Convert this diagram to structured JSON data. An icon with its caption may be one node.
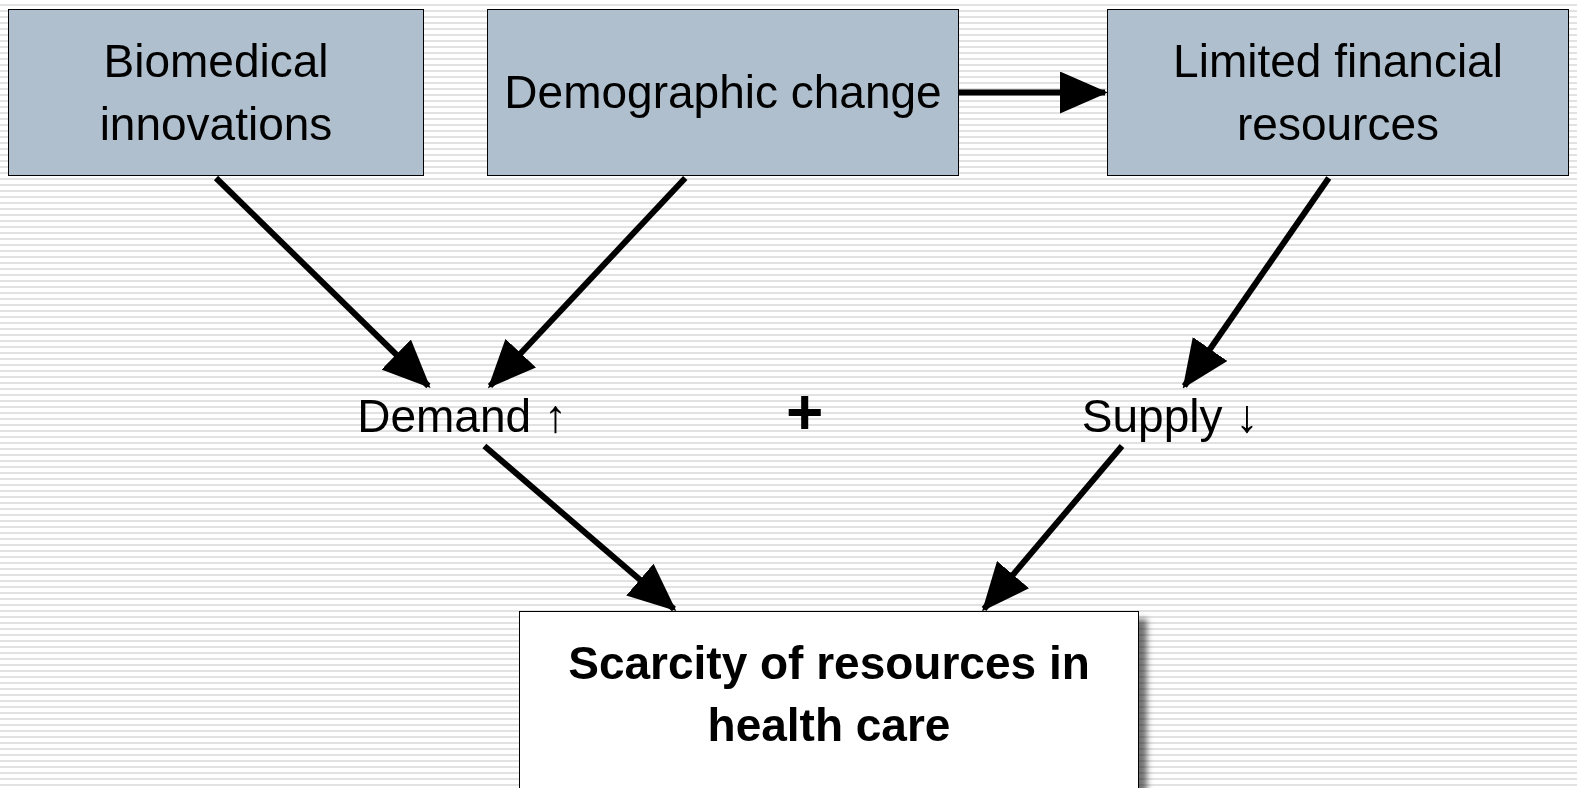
{
  "diagram": {
    "nodes": [
      {
        "text": [
          "Biomedical innovations"
        ]
      },
      {
        "text": [
          "Demographic change"
        ]
      },
      {
        "text": [
          "Limited financial resources"
        ]
      },
      {
        "text": [
          "Demand ↑"
        ]
      },
      {
        "text": [
          "Supply ↓"
        ]
      },
      {
        "text": [
          "Scarcity of resources in health care"
        ]
      }
    ],
    "edges": [
      {
        "from": 1,
        "to": 2,
        "arrow": "to"
      },
      {
        "from": 0,
        "to": 3,
        "arrow": "to"
      },
      {
        "from": 1,
        "to": 3,
        "arrow": "to"
      },
      {
        "from": 2,
        "to": 4,
        "arrow": "to"
      },
      {
        "from": 3,
        "to": 5,
        "arrow": "to"
      },
      {
        "from": 4,
        "to": 5,
        "arrow": "to"
      }
    ],
    "labels": [
      "+"
    ]
  }
}
